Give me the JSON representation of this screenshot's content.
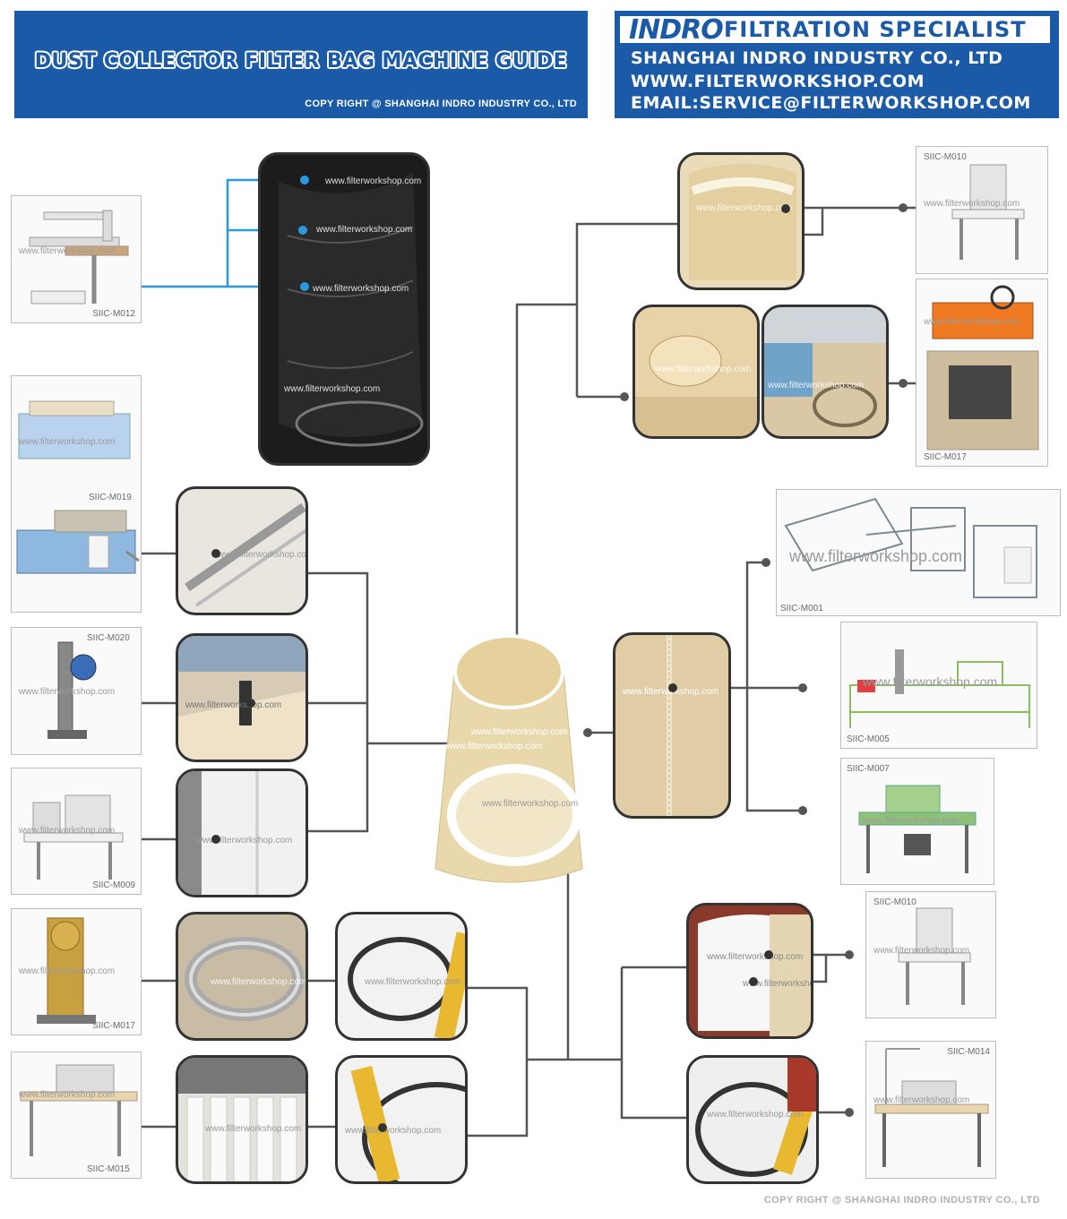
{
  "header": {
    "title": "DUST COLLECTOR FILTER BAG MACHINE GUIDE",
    "copyright": "COPY RIGHT @ SHANGHAI INDRO INDUSTRY CO., LTD",
    "brand_logo": "INDRO",
    "brand_tagline": "FILTRATION SPECIALIST",
    "company": "SHANGHAI INDRO INDUSTRY CO., LTD",
    "website": "WWW.FILTERWORKSHOP.COM",
    "email": "EMAIL:SERVICE@FILTERWORKSHOP.COM"
  },
  "watermark": "www.filterworkshop.com",
  "machines": {
    "m012": "SIIC-M012",
    "m019": "SIIC-M019",
    "m020": "SIIC-M020",
    "m009": "SIIC-M009",
    "m017_left": "SIIC-M017",
    "m015": "SIIC-M015",
    "m010_top": "SIIC-M010",
    "m017_right": "SIIC-M017",
    "m001": "SIIC-M001",
    "m005": "SIIC-M005",
    "m007": "SIIC-M007",
    "m010_bottom": "SIIC-M010",
    "m014": "SIIC-M014"
  },
  "footer": {
    "copyright": "COPY RIGHT @ SHANGHAI INDRO INDUSTRY CO., LTD"
  },
  "colors": {
    "header_blue": "#1a5aa6",
    "connector_gray": "#555555",
    "connector_blue": "#2a9ae0",
    "felt": "#e9d5a8"
  }
}
